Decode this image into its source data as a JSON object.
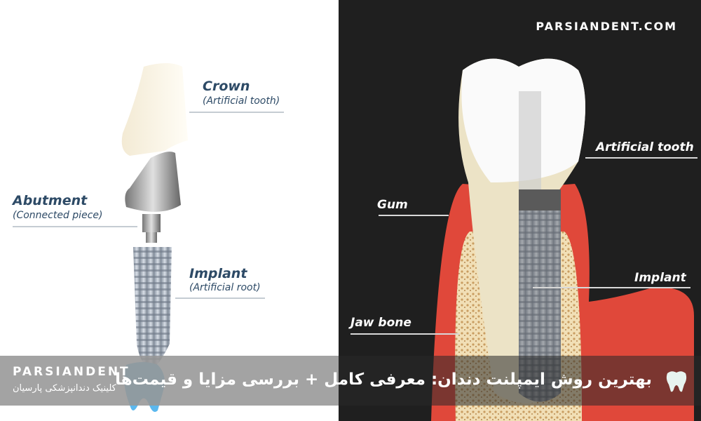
{
  "site_url": "PARSIANDENT.COM",
  "left_diagram": {
    "crown": {
      "title": "Crown",
      "subtitle": "(Artificial tooth)"
    },
    "abutment": {
      "title": "Abutment",
      "subtitle": "(Connected piece)"
    },
    "implant": {
      "title": "Implant",
      "subtitle": "(Artificial root)"
    }
  },
  "right_diagram": {
    "labels": {
      "artificial_tooth": "Artificial tooth",
      "gum": "Gum",
      "implant": "Implant",
      "jaw_bone": "Jaw bone"
    }
  },
  "banner": {
    "brand": "PARSIANDENT",
    "brand_fa": "کلینیک دندانپزشکی پارسیان",
    "headline": "بهترین روش ایمپلنت دندان: معرفی کامل + بررسی مزایا و قیمت‌ها",
    "icon": "tooth-icon"
  },
  "colors": {
    "label_blue": "#2d4a66",
    "dark_bg": "#1f1f1f",
    "gum_red": "#e0483a",
    "logo_blue": "#5bb8ee"
  }
}
